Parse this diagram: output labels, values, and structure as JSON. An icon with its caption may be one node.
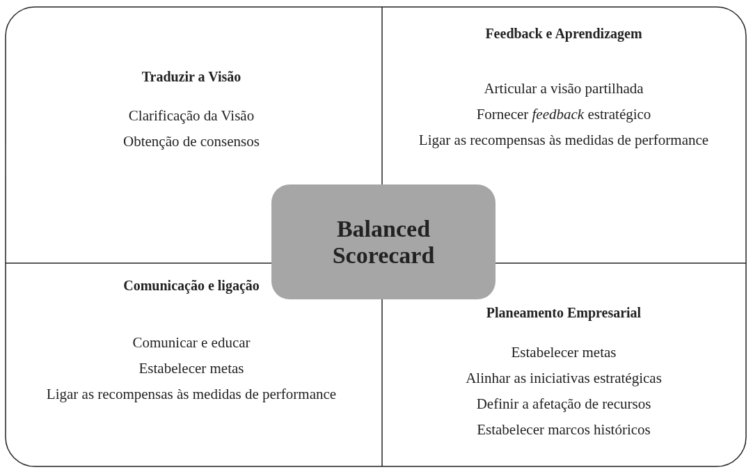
{
  "diagram": {
    "nodes": [
      {
        "text": [
          "Traduzir a Visão",
          "Clarificação da Visão",
          "Obtenção de consensos"
        ]
      },
      {
        "text": [
          "Feedback e Aprendizagem",
          "Articular a visão partilhada",
          "Fornecer *feedback* estratégico",
          "Ligar as recompensas às medidas de performance"
        ]
      },
      {
        "text": [
          "Balanced Scorecard"
        ]
      },
      {
        "text": [
          "Comunicação e ligação",
          "Comunicar e educar",
          "Estabelecer metas",
          "Ligar as recompensas às medidas de performance"
        ]
      },
      {
        "text": [
          "Planeamento Empresarial",
          "Estabelecer metas",
          "Alinhar as iniciativas estratégicas",
          "Definir a afetação de recursos",
          "Estabelecer marcos históricos"
        ]
      }
    ]
  }
}
